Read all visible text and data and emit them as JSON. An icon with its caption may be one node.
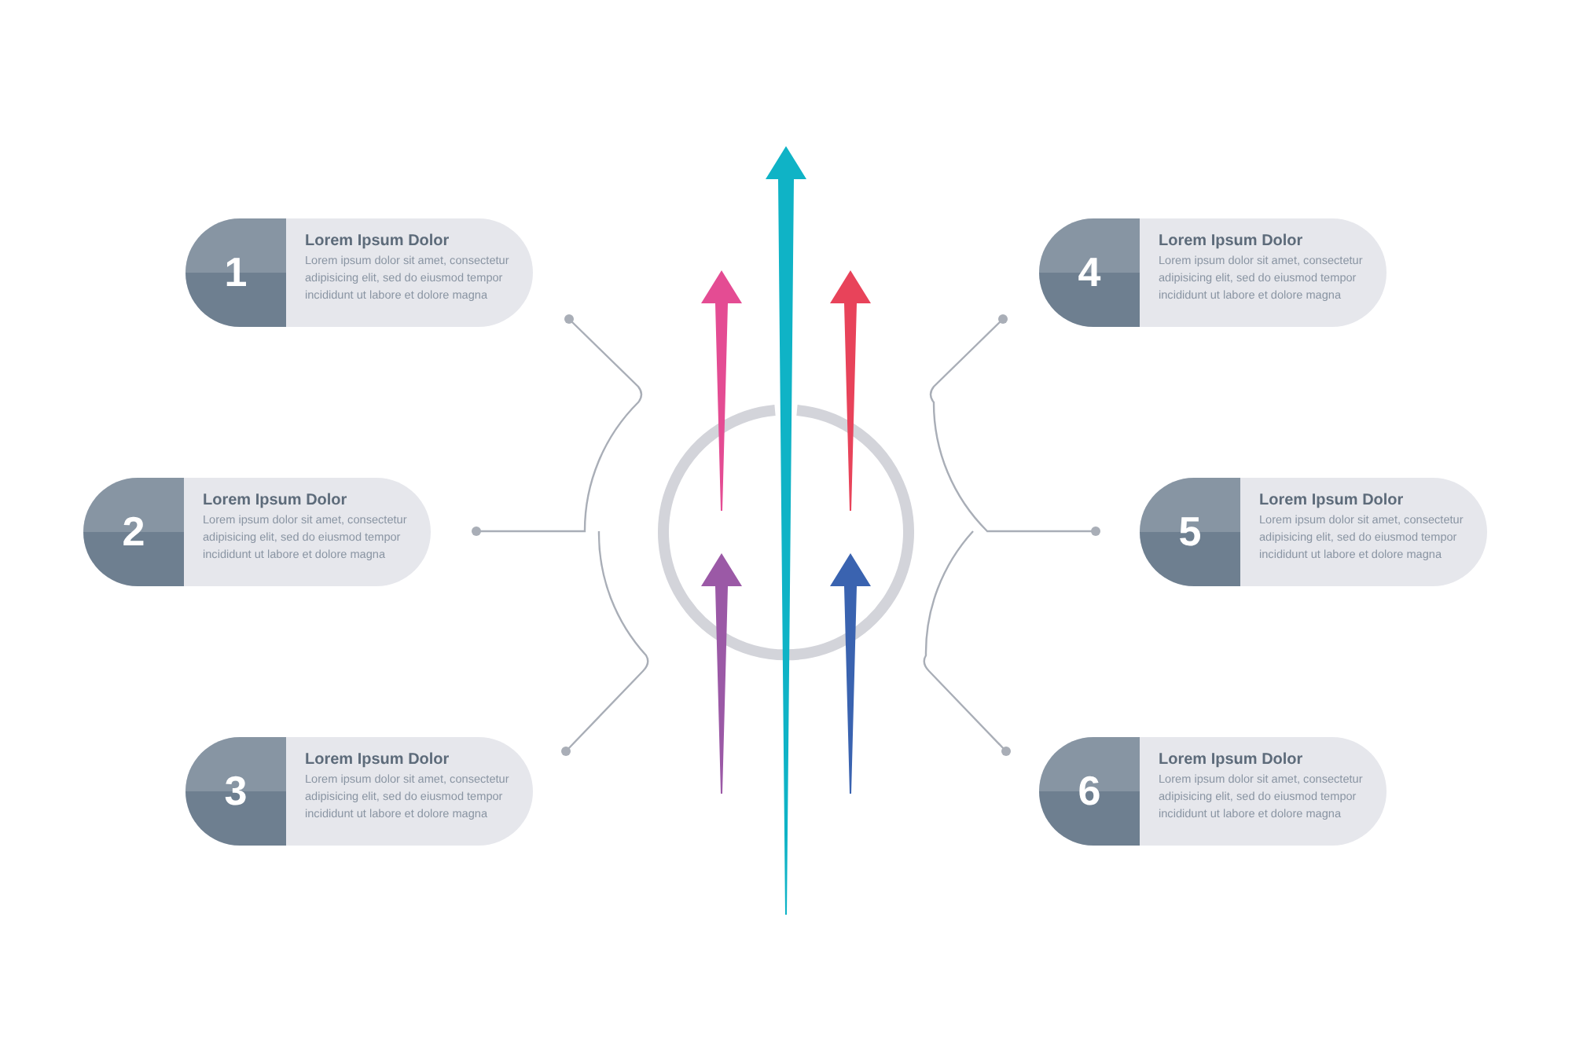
{
  "diagram": {
    "nodes": [
      {
        "text": [
          "1",
          "Lorem Ipsum Dolor",
          "Lorem ipsum dolor sit amet, consectetur adipisicing elit, sed do eiusmod tempor incididunt ut labore et dolore magna"
        ]
      },
      {
        "text": [
          "2",
          "Lorem Ipsum Dolor",
          "Lorem ipsum dolor sit amet, consectetur adipisicing elit, sed do eiusmod tempor incididunt ut labore et dolore magna"
        ]
      },
      {
        "text": [
          "3",
          "Lorem Ipsum Dolor",
          "Lorem ipsum dolor sit amet, consectetur adipisicing elit, sed do eiusmod tempor incididunt ut labore et dolore magna"
        ]
      },
      {
        "text": [
          "4",
          "Lorem Ipsum Dolor",
          "Lorem ipsum dolor sit amet, consectetur adipisicing elit, sed do eiusmod tempor incididunt ut labore et dolore magna"
        ]
      },
      {
        "text": [
          "5",
          "Lorem Ipsum Dolor",
          "Lorem ipsum dolor sit amet, consectetur adipisicing elit, sed do eiusmod tempor incididunt ut labore et dolore magna"
        ]
      },
      {
        "text": [
          "6",
          "Lorem Ipsum Dolor",
          "Lorem ipsum dolor sit amet, consectetur adipisicing elit, sed do eiusmod tempor incididunt ut labore et dolore magna"
        ]
      }
    ]
  }
}
